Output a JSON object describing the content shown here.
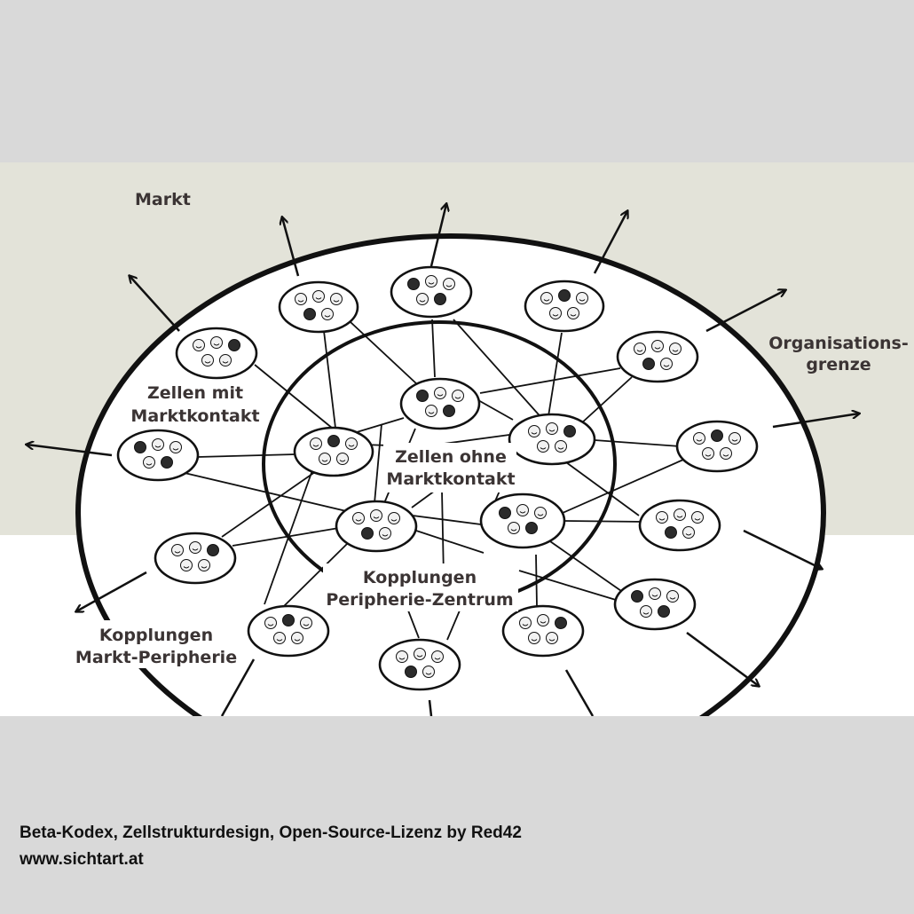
{
  "diagram": {
    "labels": {
      "markt": "Markt",
      "grenze_1": "Organisations-",
      "grenze_2": "grenze",
      "zellen_mit_1": "Zellen mit",
      "zellen_mit_2": "Marktkontakt",
      "zellen_ohne_1": "Zellen ohne",
      "zellen_ohne_2": "Marktkontakt",
      "kopp_pz_1": "Kopplungen",
      "kopp_pz_2": "Peripherie-Zentrum",
      "kopp_mp_1": "Kopplungen",
      "kopp_mp_2": "Markt-Peripherie"
    },
    "colors": {
      "top_band": "#e3e3d9",
      "bottom_band": "#ffffff",
      "outer": "#d9d9d9",
      "ink": "#111111",
      "label": "#3b3434"
    }
  },
  "caption": {
    "line1": "Beta-Kodex, Zellstrukturdesign, Open-Source-Lizenz by Red42",
    "line2": "www.sichtart.at"
  }
}
